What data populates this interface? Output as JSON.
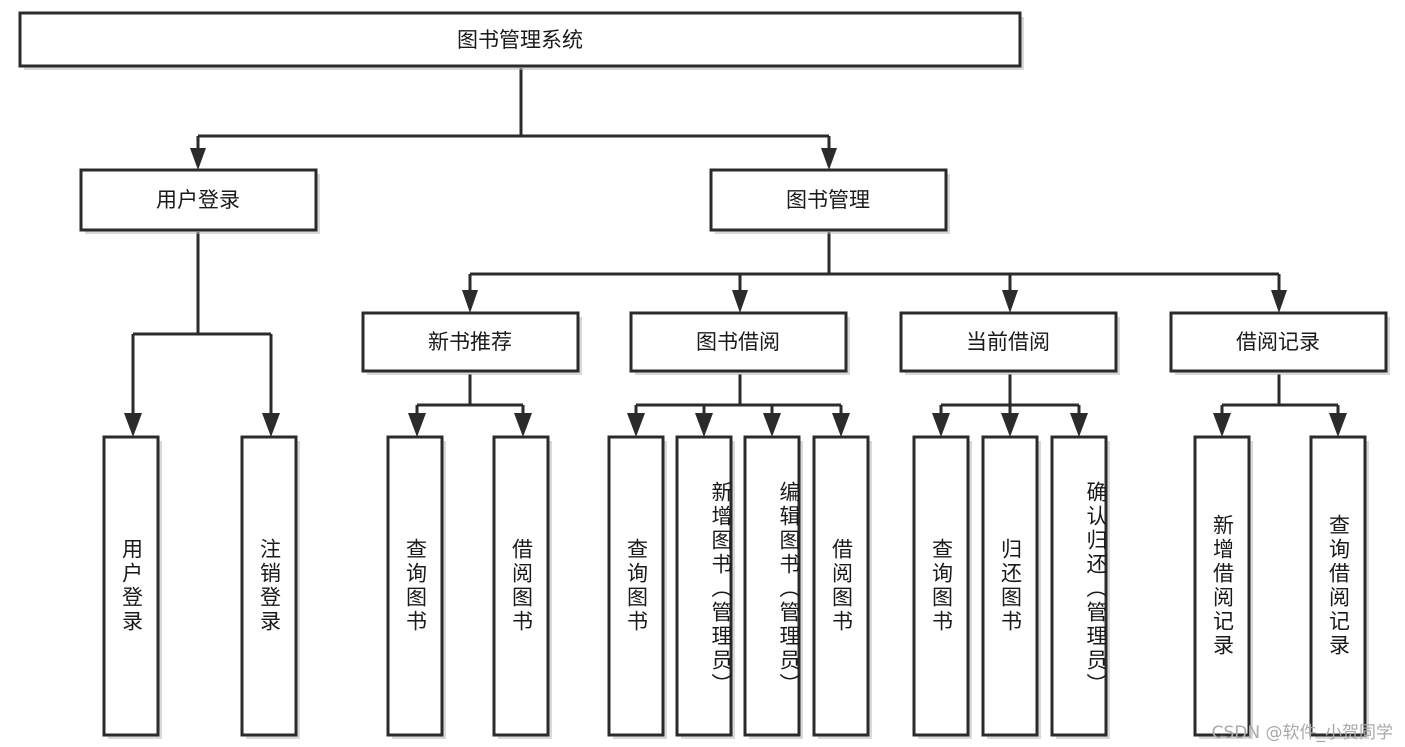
{
  "diagram": {
    "type": "tree",
    "title": "图书管理系统",
    "root": {
      "label": "图书管理系统"
    },
    "level2": [
      {
        "label": "用户登录"
      },
      {
        "label": "图书管理"
      }
    ],
    "level3": [
      {
        "label": "新书推荐"
      },
      {
        "label": "图书借阅"
      },
      {
        "label": "当前借阅"
      },
      {
        "label": "借阅记录"
      }
    ],
    "leaves": {
      "user_login": [
        {
          "label": "用户登录"
        },
        {
          "label": "注销登录"
        }
      ],
      "new_book_recommend": [
        {
          "label": "查询图书"
        },
        {
          "label": "借阅图书"
        }
      ],
      "book_borrow": [
        {
          "label": "查询图书"
        },
        {
          "label": "新增图书（管理员）"
        },
        {
          "label": "编辑图书（管理员）"
        },
        {
          "label": "借阅图书"
        }
      ],
      "current_borrow": [
        {
          "label": "查询图书"
        },
        {
          "label": "归还图书"
        },
        {
          "label": "确认归还（管理员）"
        }
      ],
      "borrow_record": [
        {
          "label": "新增借阅记录"
        },
        {
          "label": "查询借阅记录"
        }
      ]
    }
  },
  "watermark": {
    "text": "CSDN @软件_小贺同学"
  },
  "colors": {
    "stroke": "#2b2b2b",
    "fill": "#ffffff",
    "text": "#1a1a1a",
    "watermark": "#a9a9a9"
  }
}
